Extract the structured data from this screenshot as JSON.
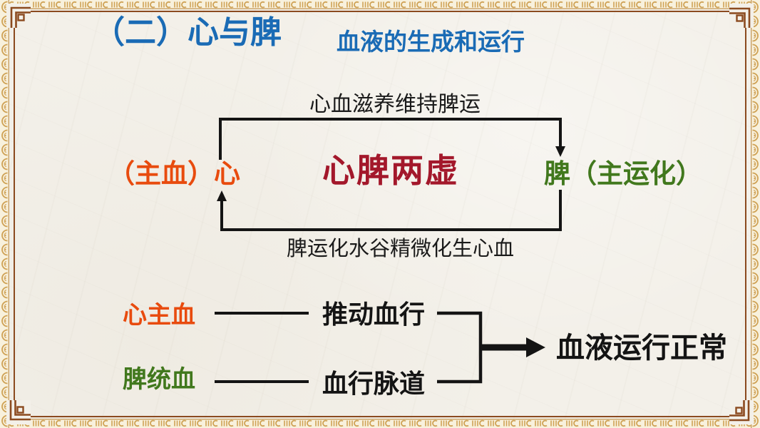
{
  "slide": {
    "title": "（二）心与脾",
    "subtitle": "血液的生成和运行"
  },
  "cycle": {
    "top_label": "心血滋养维持脾运",
    "center_label": "心脾两虚",
    "left_node": "（主血）心",
    "right_node": "脾（主运化）",
    "bottom_label": "脾运化水谷精微化生心血"
  },
  "flow": {
    "row1_source": "心主血",
    "row1_function": "推动血行",
    "row2_source": "脾统血",
    "row2_function": "血行脉道",
    "result": "血液运行正常"
  },
  "colors": {
    "title_blue": "#1a6bb5",
    "heart_orange": "#e84b0e",
    "spleen_green": "#41781d",
    "deficiency_red": "#a3182b",
    "line_black": "#141414",
    "frame_brown": "#8b4a1f",
    "band_gold": "#cfa255",
    "paper": "#f3f0e9"
  }
}
